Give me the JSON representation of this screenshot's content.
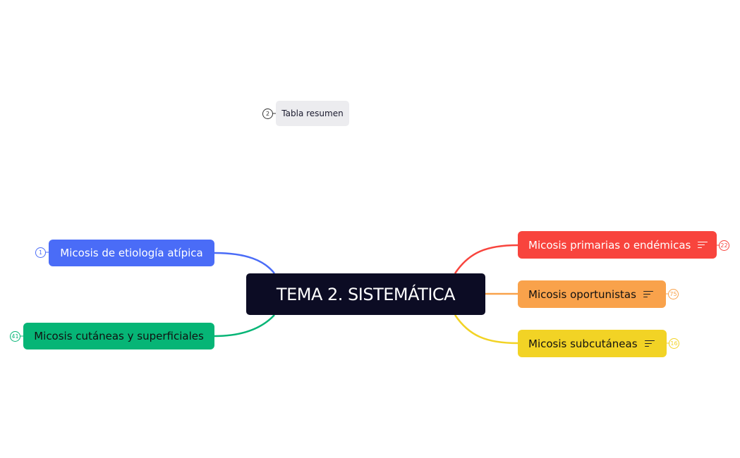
{
  "central": {
    "label": "TEMA 2. SISTEMÁTICA"
  },
  "colors": {
    "central_bg": "#0c0c24",
    "blue": "#4a6cf7",
    "green": "#06b576",
    "red": "#f8443d",
    "orange": "#f9a24b",
    "yellow": "#f2d325",
    "tabla_bg": "#ececef"
  },
  "topics": {
    "blue": {
      "label": "Micosis de etiología atípica",
      "count": "1",
      "note_icon": ""
    },
    "green": {
      "label": "Micosis cutáneas y superficiales",
      "count": "41",
      "note_icon": ""
    },
    "red": {
      "label": "Micosis primarias o endémicas",
      "count": "22",
      "note_icon": "notes-icon"
    },
    "orange": {
      "label": "Micosis oportunistas",
      "count": "75",
      "note_icon": "notes-icon"
    },
    "yellow": {
      "label": "Micosis subcutáneas",
      "count": "16",
      "note_icon": "notes-icon"
    },
    "tabla": {
      "label": "Tabla resumen",
      "count": "2",
      "note_icon": ""
    }
  }
}
